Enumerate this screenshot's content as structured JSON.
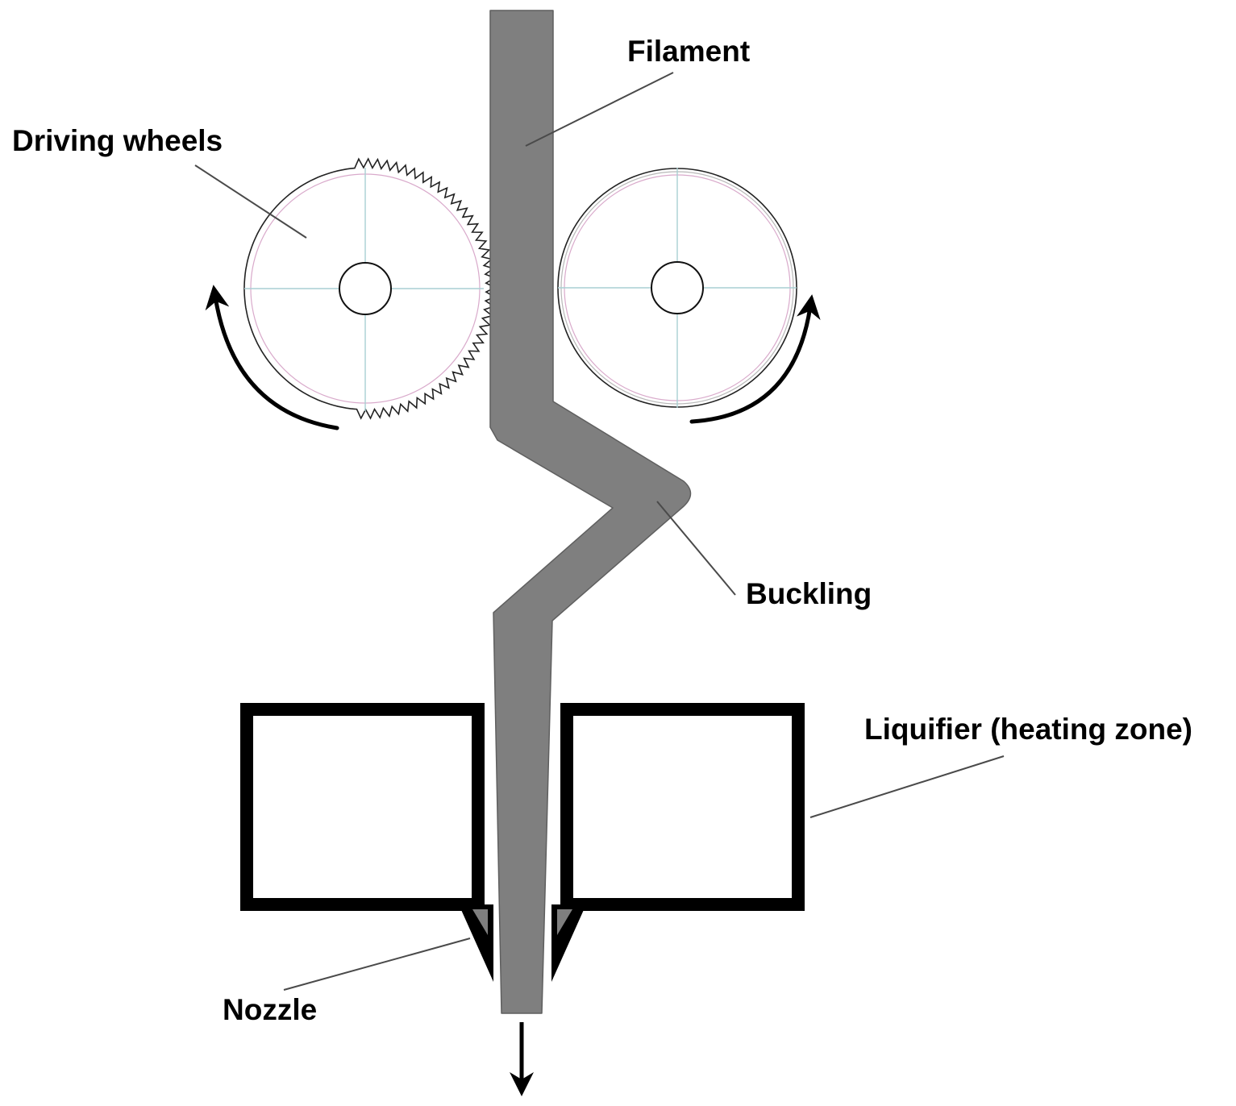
{
  "labels": {
    "filament": "Filament",
    "driving_wheels": "Driving wheels",
    "buckling": "Buckling",
    "liquifier": "Liquifier (heating zone)",
    "nozzle": "Nozzle"
  },
  "colors": {
    "filament": "#7f7f7f",
    "filament_outline": "#5f5f5f",
    "outline": "#000000",
    "wheel_inner_ring": "#d9aacb",
    "wheel_crosshair": "#a9cfd3",
    "leader_line": "#4a4a4a",
    "background": "#ffffff"
  }
}
